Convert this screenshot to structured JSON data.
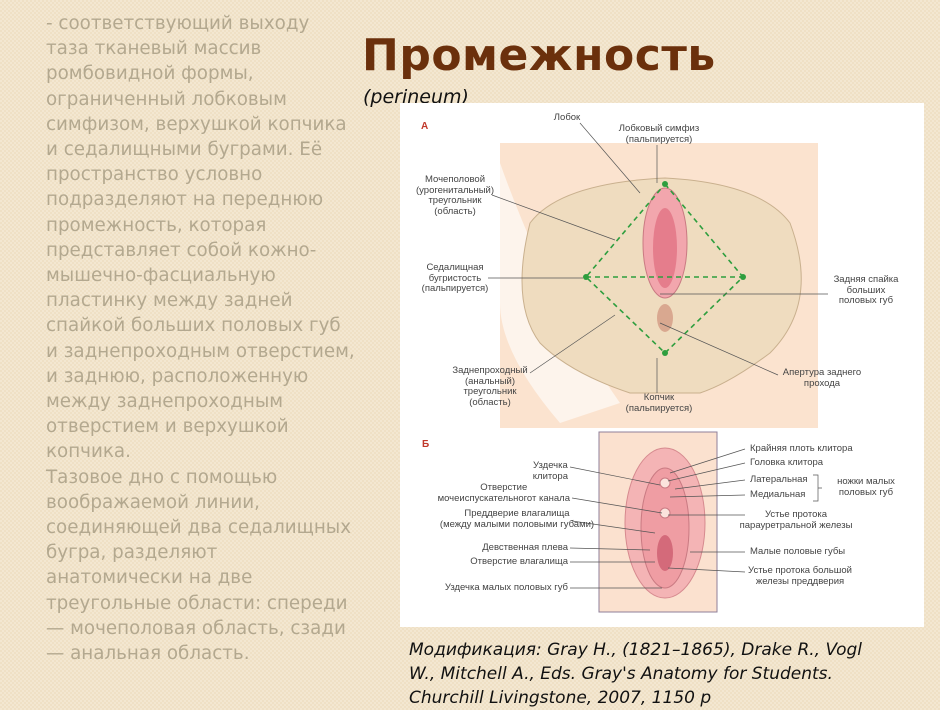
{
  "slide": {
    "title": "Промежность",
    "subtitle": "(perineum)",
    "body_text": "- соответствующий выходу\nтаза тканевый массив\nромбовидной формы,\nограниченный лобковым\nсимфизом, верхушкой копчика\nи седалищными буграми. Её\nпространство условно\nподразделяют на переднюю\nпромежность, которая\nпредставляет собой кожно-\nмышечно-фасциальную\nпластинку между задней\nспайкой больших половых губ\nи заднепроходным отверстием,\nи заднюю, расположенную\nмежду заднепроходным\nотверстием и верхушкой\nкопчика.\nТазовое дно с помощью\nвоображаемой линии,\nсоединяющей два седалищных\nбугра, разделяют\nанатомически на две\nтреугольные области: спереди\n— мочеполовая область, сзади\n— анальная область.",
    "caption": "Модификация: Gray H., (1821–1865), Drake R., Vogl\nW., Mitchell A., Eds. Gray's Anatomy for Students.\nChurchill Livingstone, 2007, 1150 p",
    "colors": {
      "title": "#6b300c",
      "body_text": "#b3a88f",
      "panel_letter": "#c0392b",
      "guide_lines": "#2e9e3e"
    }
  },
  "figure": {
    "panel_a": {
      "letter": "А",
      "labels": {
        "pubis": "Лобок",
        "symphysis": "Лобковый симфиз\n(пальпируется)",
        "urogenital": "Мочеполовой\n(урогенитальный)\nтреугольник\n(область)",
        "ischial": "Седалищная\nбугристость\n(пальпируется)",
        "commissure": "Задняя спайка\nбольших\nполовых губ",
        "anal_triangle": "Заднепроходный\n(анальный)\nтреугольник\n(область)",
        "coccyx": "Копчик\n(пальпируется)",
        "anal_aperture": "Апертура заднего\nпрохода"
      }
    },
    "panel_b": {
      "letter": "Б",
      "labels": {
        "clitoral_frenulum": "Уздечка\nклитора",
        "urethral_opening": "Отверстие\nмочеиспускательногот канала",
        "vestibule": "Преддверие влагалища\n(между малыми половыми губами)",
        "hymen": "Девственная плева",
        "vaginal_opening": "Отверстие влагалища",
        "labial_frenulum": "Уздечка малых половых губ",
        "prepuce": "Крайняя плоть клитора",
        "glans": "Головка клитора",
        "lateral": "Латеральная",
        "medial": "Медиальная",
        "crura": "ножки малых\nполовых губ",
        "paraurethral": "Устье протока\nпарауретральной железы",
        "labia_minora": "Малые половые губы",
        "greater_gland": "Устье протока большой\nжелезы преддверия"
      }
    }
  }
}
